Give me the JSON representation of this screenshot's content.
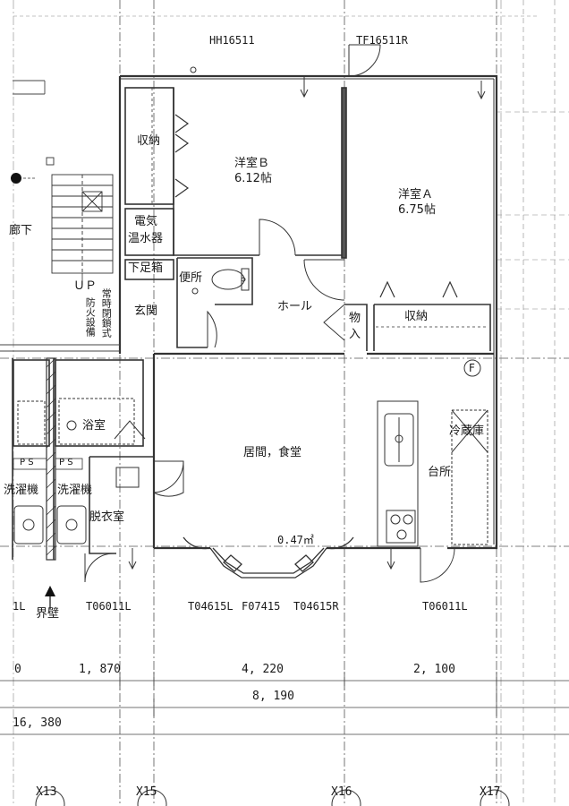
{
  "door_codes": {
    "top_left": "HH16511",
    "top_right": "TF16511R",
    "bottom_left_far": "1L",
    "bottom_left": "T06011L",
    "bottom_center_a": "T04615L",
    "bottom_center_b": "F07415",
    "bottom_center_c": "T04615R",
    "bottom_right": "T06011L"
  },
  "rooms": {
    "storage_left": "収納",
    "bedroom_b_name": "洋室Ｂ",
    "bedroom_b_size": "6.12帖",
    "bedroom_a_name": "洋室Ａ",
    "bedroom_a_size": "6.75帖",
    "water_heater_1": "電気",
    "water_heater_2": "温水器",
    "shoe_box": "下足箱",
    "toilet": "便所",
    "entrance": "玄関",
    "hall": "ホール",
    "closet_1": "物",
    "closet_2": "入",
    "storage_right": "収納",
    "living_dining": "居間，食堂",
    "kitchen": "台所",
    "fridge": "冷蔵庫",
    "bath": "浴室",
    "washer_1": "洗濯機",
    "washer_2": "洗濯機",
    "dressing": "脱衣室",
    "corridor": "廊下",
    "up": "ＵＰ",
    "fire_equipment": "防火設備",
    "always_closed": "常時閉鎖式",
    "ps_1": "P S",
    "ps_2": "P S",
    "party_wall": "界壁",
    "area_note": "0.47㎡",
    "f_mark": "F"
  },
  "dimensions": {
    "d0": "0",
    "d1": "1, 870",
    "d2": "4, 220",
    "d3": "2, 100",
    "subtotal": "8, 190",
    "total": "16, 380"
  },
  "grid_axes": {
    "x13": "X13",
    "x15": "X15",
    "x16": "X16",
    "x17": "X17"
  }
}
